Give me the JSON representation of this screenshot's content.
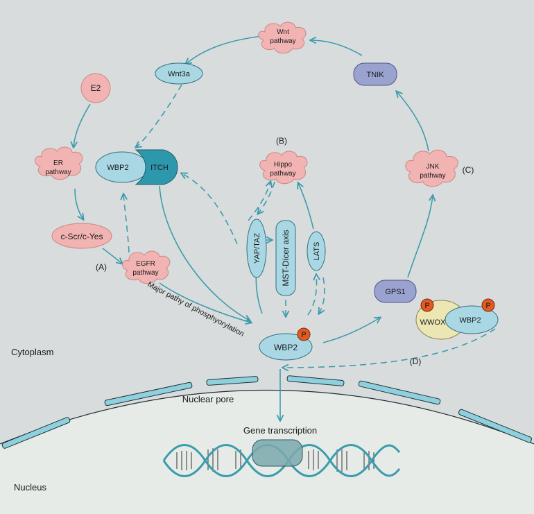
{
  "regions": {
    "cytoplasm": "Cytoplasm",
    "nucleus": "Nucleus",
    "nuclear_pore": "Nuclear pore",
    "gene_transcription": "Gene transcription"
  },
  "nodes": {
    "wnt_pathway": [
      "Wnt",
      "pathway"
    ],
    "wnt3a": "Wnt3a",
    "tnik": "TNIK",
    "e2": "E2",
    "er_pathway": [
      "ER",
      "pathway"
    ],
    "wbp2_itch": {
      "wbp2": "WBP2",
      "itch": "ITCH"
    },
    "hippo_pathway": [
      "Hippo",
      "pathway"
    ],
    "jnk_pathway": [
      "JNK",
      "pathway"
    ],
    "c_scr": "c-Scr/c-Yes",
    "egfr_pathway": [
      "EGFR",
      "pathway"
    ],
    "yap_taz": "YAP/TAZ",
    "mst_dicer": "MST-Dicer axis",
    "lats": "LATS",
    "gps1": "GPS1",
    "wwox_complex": {
      "wwox": "WWOX",
      "wbp2": "WBP2"
    },
    "wbp2_center": "WBP2",
    "phospho": "P"
  },
  "panel_labels": {
    "a": "(A)",
    "b": "(B)",
    "c": "(C)",
    "d": "(D)"
  },
  "edge_labels": {
    "major_pathway": "Major pathy of phosphyorylation"
  },
  "colors": {
    "arrow": "#3b9cad",
    "pink_node": "#f2b3b3",
    "blue_node": "#a9d8e4",
    "purple_node": "#9aa3cf",
    "itch": "#2d97ac",
    "phospho": "#e05a22",
    "wwox": "#ece7b2",
    "cytoplasm_bg": "#d9dcdc",
    "nucleus_bg": "#e6ebe7"
  }
}
